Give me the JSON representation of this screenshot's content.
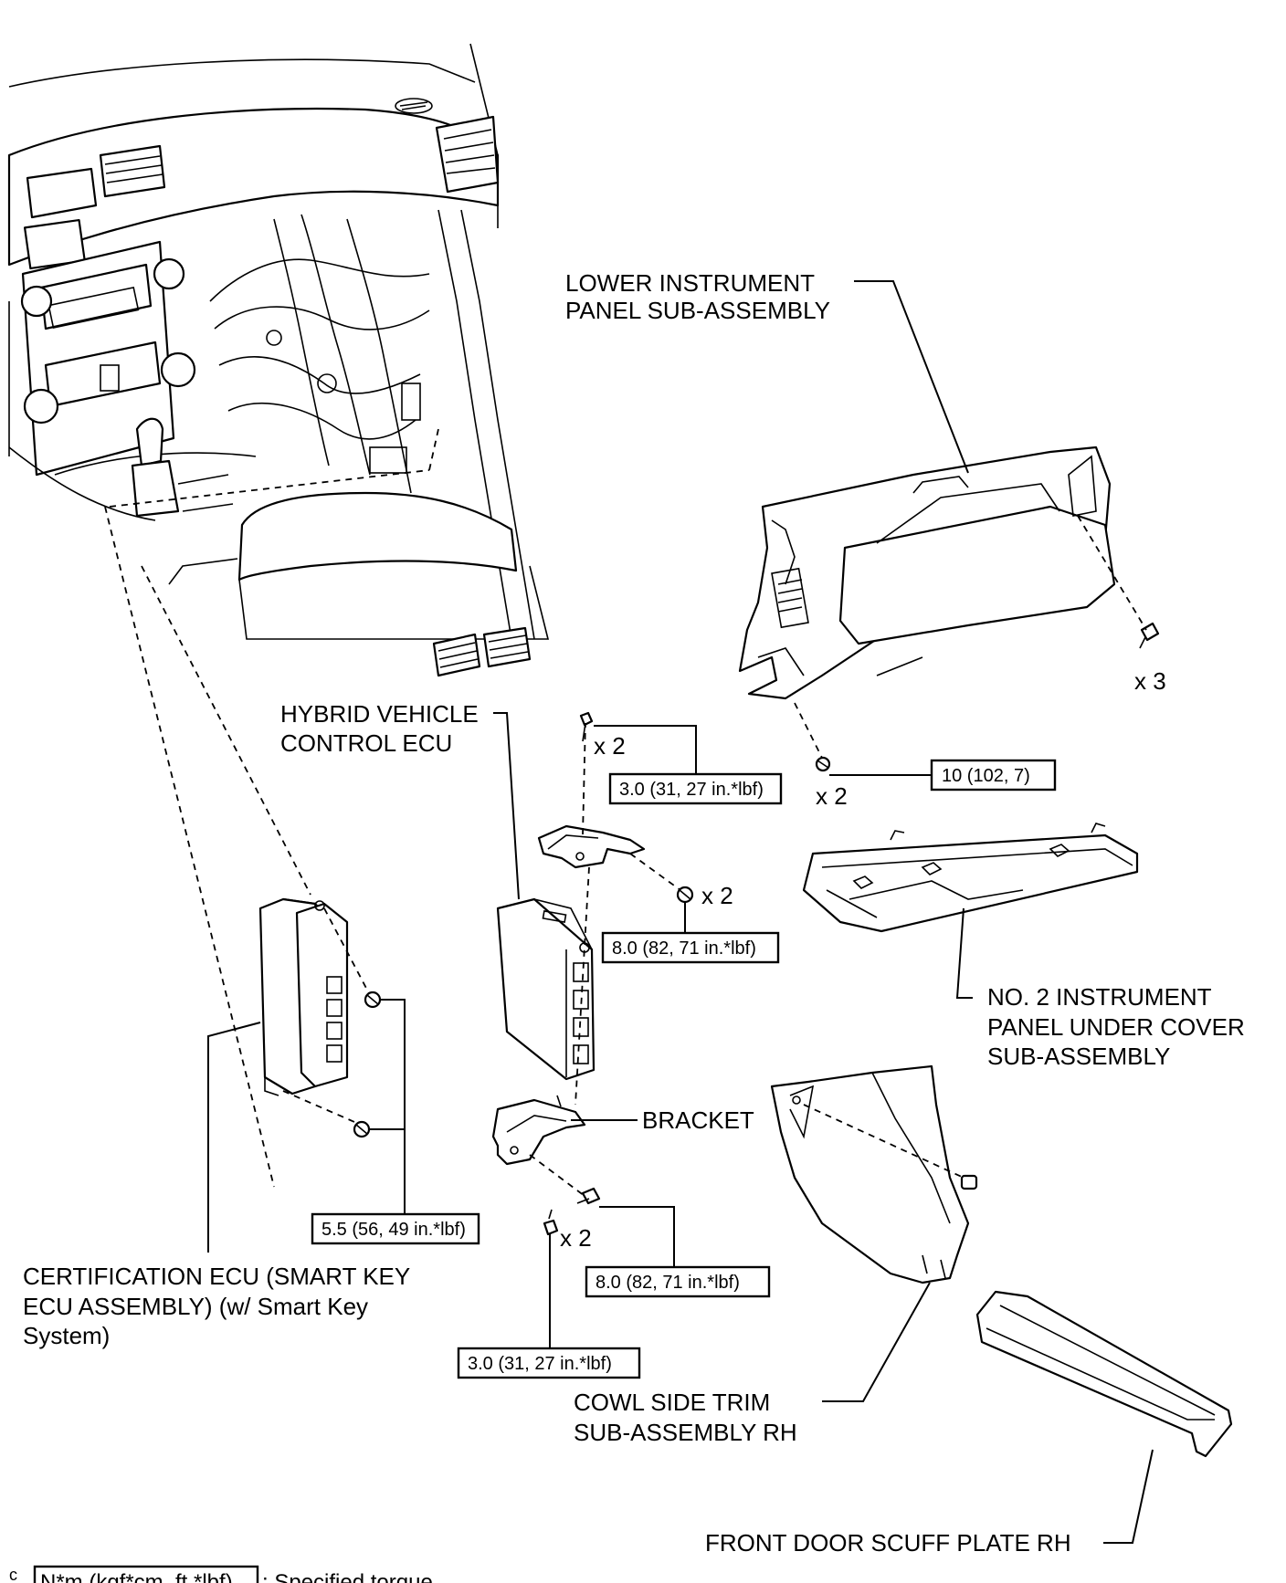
{
  "labels": {
    "lower_panel": [
      "LOWER INSTRUMENT",
      "PANEL SUB-ASSEMBLY"
    ],
    "hybrid_ecu": [
      "HYBRID VEHICLE",
      "CONTROL ECU"
    ],
    "no2_cover": [
      "NO. 2 INSTRUMENT",
      "PANEL UNDER COVER",
      "SUB-ASSEMBLY"
    ],
    "bracket": "BRACKET",
    "cert_ecu": [
      "CERTIFICATION ECU (SMART KEY",
      "ECU ASSEMBLY) (w/ Smart Key",
      "System)"
    ],
    "cowl_trim": [
      "COWL SIDE TRIM",
      "SUB-ASSEMBLY RH"
    ],
    "scuff_plate": "FRONT DOOR SCUFF PLATE RH"
  },
  "torques": {
    "t_top_screw": "3.0 (31, 27 in.*lbf)",
    "t_panel_bolt": "10 (102, 7)",
    "t_ecu_nut": "8.0 (82, 71 in.*lbf)",
    "t_cert_nut": "5.5 (56, 49 in.*lbf)",
    "t_bracket_bolt": "8.0 (82, 71 in.*lbf)",
    "t_bottom_screw": "3.0 (31, 27 in.*lbf)"
  },
  "quantities": {
    "q_panel_screws": "x 3",
    "q_panel_bolts": "x 2",
    "q_top_screws": "x 2",
    "q_ecu_nuts": "x 2",
    "q_bottom_screws": "x 2"
  },
  "legend": {
    "symbol": "N*m (kgf*cm, ft.*lbf)",
    "text": ": Specified torque"
  },
  "corner_mark": "c"
}
